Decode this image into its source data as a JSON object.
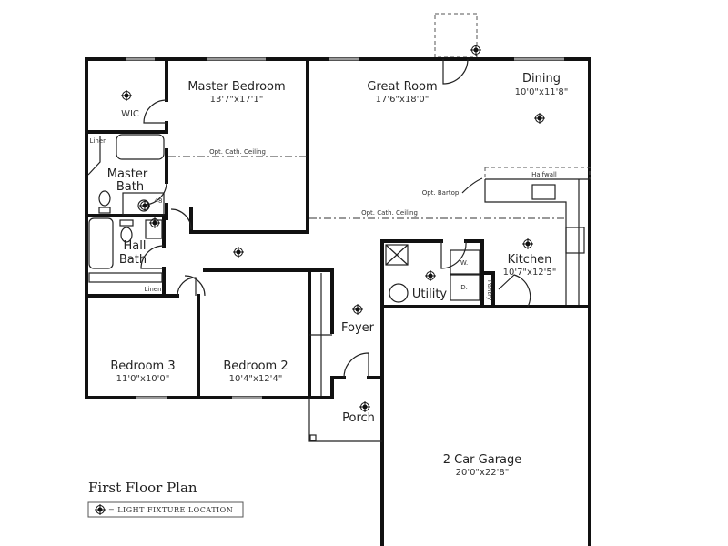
{
  "plan": {
    "title": "First Floor Plan",
    "legend": "= LIGHT FIXTURE LOCATION",
    "legend_icon": "light-fixture-icon"
  },
  "rooms": {
    "master_bedroom": {
      "name": "Master Bedroom",
      "size": "13'7\"x17'1\""
    },
    "great_room": {
      "name": "Great Room",
      "size": "17'6\"x18'0\""
    },
    "dining": {
      "name": "Dining",
      "size": "10'0\"x11'8\""
    },
    "kitchen": {
      "name": "Kitchen",
      "size": "10'7\"x12'5\""
    },
    "bedroom3": {
      "name": "Bedroom 3",
      "size": "11'0\"x10'0\""
    },
    "bedroom2": {
      "name": "Bedroom 2",
      "size": "10'4\"x12'4\""
    },
    "garage": {
      "name": "2 Car Garage",
      "size": "20'0\"x22'8\""
    },
    "wic": {
      "name": "WIC"
    },
    "master_bath": {
      "name1": "Master",
      "name2": "Bath"
    },
    "hall_bath": {
      "name1": "Hall",
      "name2": "Bath"
    },
    "utility": {
      "name": "Utility"
    },
    "foyer": {
      "name": "Foyer"
    },
    "porch": {
      "name": "Porch"
    }
  },
  "notes": {
    "cath_ceiling_1": "Opt. Cath. Ceiling",
    "cath_ceiling_2": "Opt. Cath. Ceiling",
    "bartop": "Opt. Bartop",
    "halfwall": "Halfwall",
    "linen1": "Linen",
    "linen2": "Linen",
    "pantry": "Pantry",
    "washer": "W.",
    "dryer": "D.",
    "tub_size": "48"
  }
}
